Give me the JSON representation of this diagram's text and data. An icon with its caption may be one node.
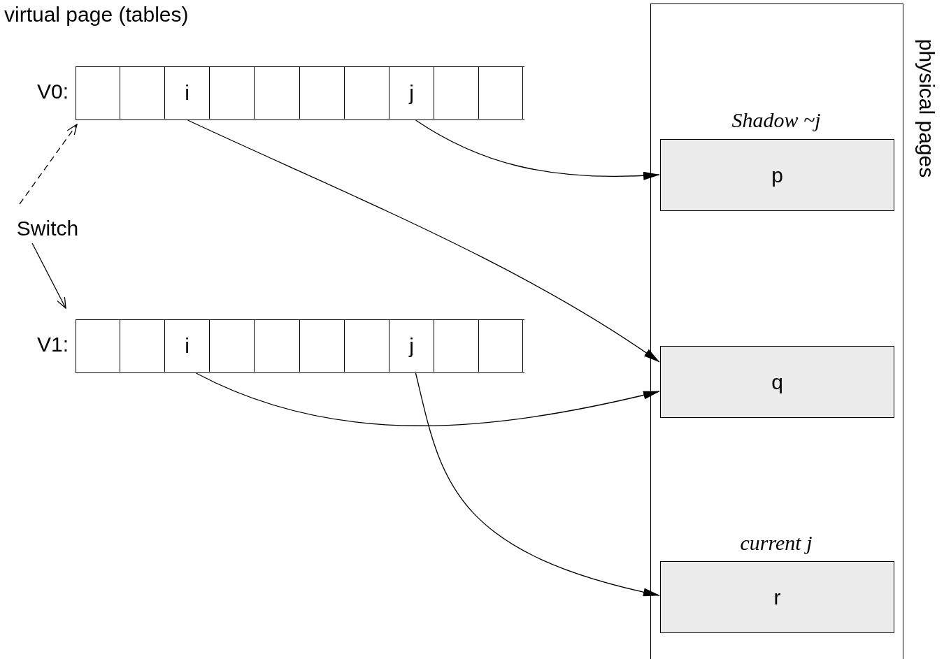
{
  "diagram": {
    "title": "virtual page (tables)",
    "nodes": [
      {
        "text": [],
        "shape": "bar",
        "beside": [
          "V0:"
        ]
      },
      {
        "text": [],
        "shape": "box",
        "in": 0
      },
      {
        "text": [],
        "shape": "box",
        "in": 0
      },
      {
        "text": [
          "i"
        ],
        "in": 0
      },
      {
        "text": [],
        "shape": "box",
        "in": 0
      },
      {
        "text": [],
        "shape": "box",
        "in": 0
      },
      {
        "text": [],
        "shape": "box",
        "in": 0
      },
      {
        "text": [],
        "shape": "box",
        "in": 0
      },
      {
        "text": [
          "j"
        ],
        "in": 0
      },
      {
        "text": [],
        "shape": "box",
        "in": 0
      },
      {
        "text": [],
        "shape": "box",
        "in": 0
      },
      {
        "text": [],
        "shape": "bar",
        "beside": [
          "V1:"
        ]
      },
      {
        "text": [],
        "shape": "box",
        "in": 11
      },
      {
        "text": [],
        "shape": "box",
        "in": 11
      },
      {
        "text": [
          "i"
        ],
        "in": 11
      },
      {
        "text": [],
        "shape": "box",
        "in": 11
      },
      {
        "text": [],
        "shape": "box",
        "in": 11
      },
      {
        "text": [],
        "shape": "box",
        "in": 11
      },
      {
        "text": [],
        "shape": "box",
        "in": 11
      },
      {
        "text": [
          "j"
        ],
        "in": 11
      },
      {
        "text": [],
        "shape": "box",
        "in": 11
      },
      {
        "text": [],
        "shape": "box",
        "in": 11
      },
      {
        "text": [],
        "shape": "box",
        "beside": [
          "physical pages"
        ]
      },
      {
        "text": [
          "p"
        ],
        "in": 22,
        "beside": [
          "Shadow  ~j"
        ]
      },
      {
        "text": [
          "q"
        ],
        "in": 22
      },
      {
        "text": [
          "r"
        ],
        "in": 22,
        "beside": [
          "current j"
        ]
      },
      {
        "text": [
          "Switch"
        ]
      }
    ],
    "edges": [
      {
        "from": 8,
        "to": 23,
        "arrow": "to"
      },
      {
        "from": 3,
        "to": 24,
        "arrow": "to"
      },
      {
        "from": 14,
        "to": 24,
        "arrow": "to"
      },
      {
        "from": 19,
        "to": 25,
        "arrow": "to"
      },
      {
        "from": 26,
        "to": 0,
        "arrow": "to",
        "style": "dashed"
      },
      {
        "from": 26,
        "to": 11,
        "arrow": "to"
      }
    ]
  }
}
